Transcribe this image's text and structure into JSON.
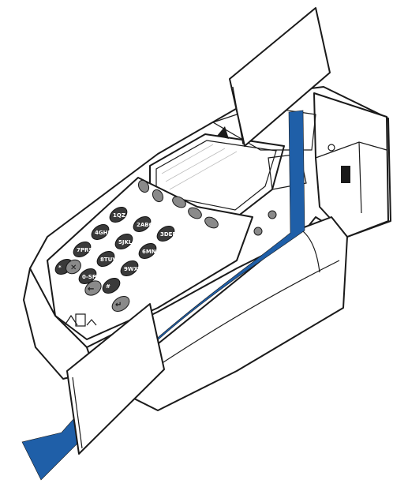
{
  "illustration": {
    "subject": "card-terminal",
    "arrow_color": "#1f5fa8",
    "keypad_color": "#3a3a3a",
    "body_fill": "#ffffff",
    "outline_color": "#1a1a1a",
    "screen_fill": "#f2f2f2"
  },
  "keypad": {
    "keys": [
      {
        "label": "1",
        "sub": "QZ"
      },
      {
        "label": "2",
        "sub": "ABC"
      },
      {
        "label": "3",
        "sub": "DEF"
      },
      {
        "label": "4",
        "sub": "GHI"
      },
      {
        "label": "5",
        "sub": "JKL"
      },
      {
        "label": "6",
        "sub": "MNO"
      },
      {
        "label": "7",
        "sub": "PRS"
      },
      {
        "label": "8",
        "sub": "TUV"
      },
      {
        "label": "9",
        "sub": "WXY"
      },
      {
        "label": "*",
        "sub": ""
      },
      {
        "label": "0",
        "sub": "-SP"
      },
      {
        "label": "#",
        "sub": ""
      }
    ]
  }
}
